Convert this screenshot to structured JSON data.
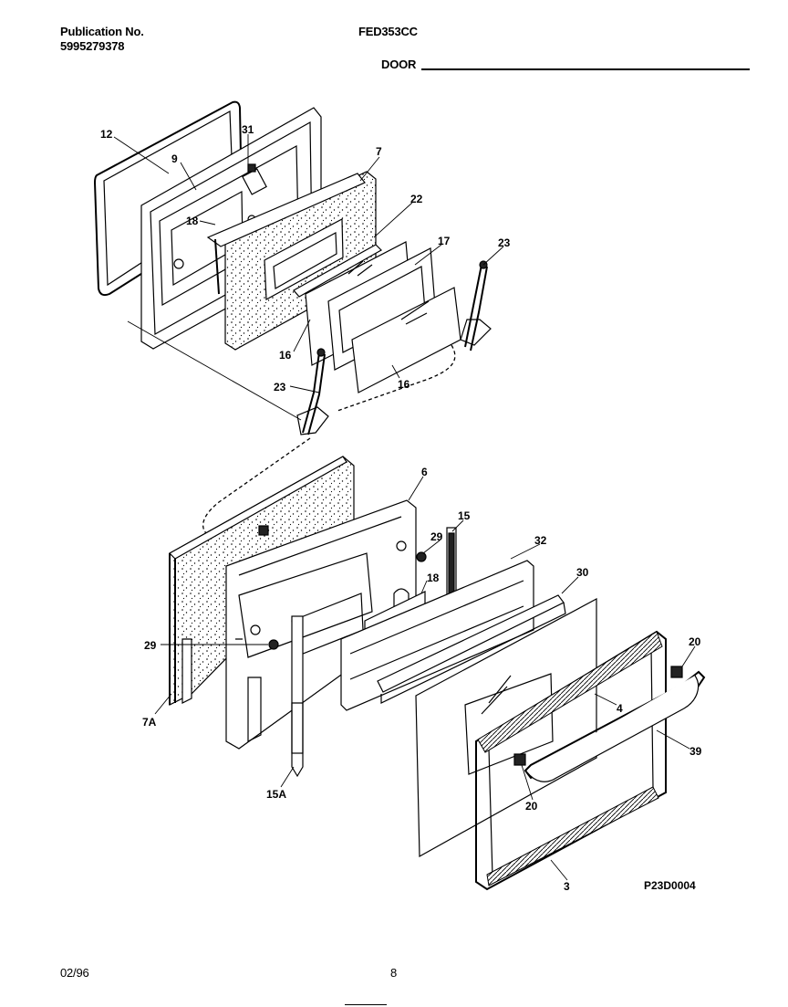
{
  "header": {
    "publication_label": "Publication No.",
    "publication_number": "5995279378",
    "model": "FED353CC",
    "section": "DOOR"
  },
  "footer": {
    "date": "02/96",
    "page": "8"
  },
  "diagram": {
    "drawing_code": "P23D0004",
    "callouts": [
      "12",
      "9",
      "31",
      "7",
      "18",
      "22",
      "17",
      "23",
      "16",
      "16",
      "23",
      "6",
      "15",
      "29",
      "32",
      "18",
      "30",
      "29",
      "20",
      "7A",
      "4",
      "39",
      "15A",
      "20",
      "3"
    ]
  }
}
